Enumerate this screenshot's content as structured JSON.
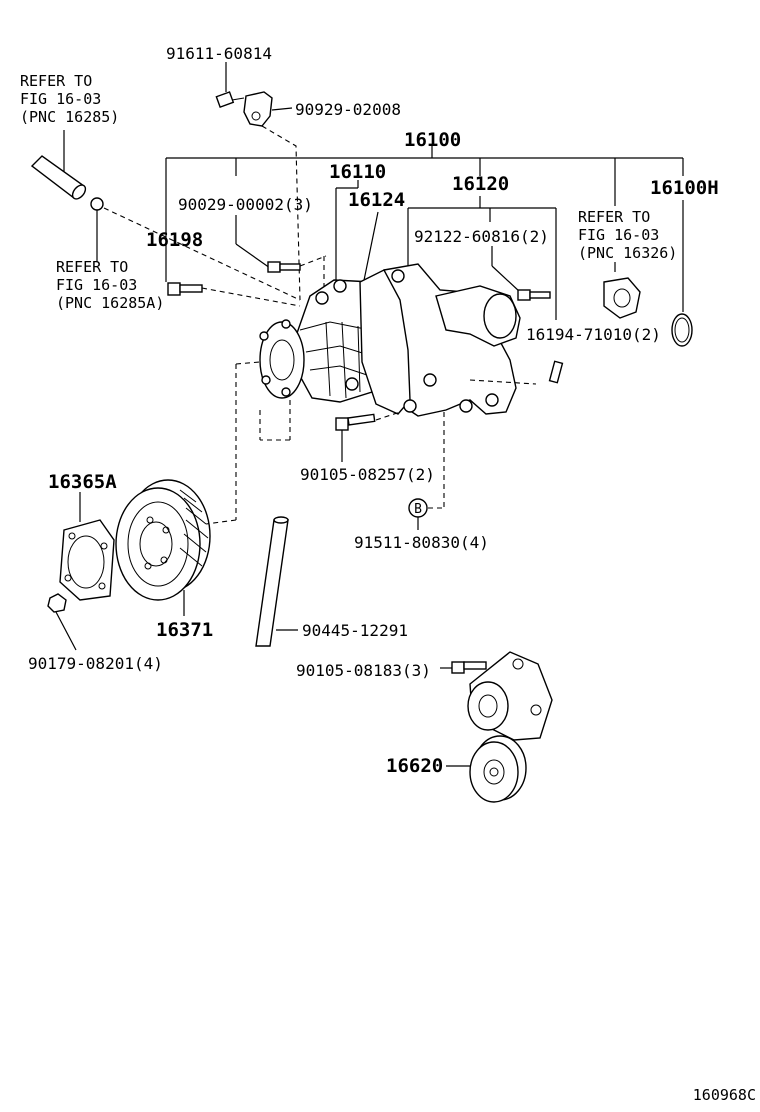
{
  "refs": {
    "r1": [
      "REFER TO",
      "FIG 16-03",
      "(PNC 16285)"
    ],
    "r2": [
      "REFER TO",
      "FIG 16-03",
      "(PNC 16285A)"
    ],
    "r3": [
      "REFER TO",
      "FIG 16-03",
      "(PNC 16326)"
    ]
  },
  "labels": {
    "p91611": "91611-60814",
    "p90929": "90929-02008",
    "p16100": "16100",
    "p16110": "16110",
    "p16124": "16124",
    "p16120": "16120",
    "p16100H": "16100H",
    "p90029": "90029-00002(3)",
    "p16198": "16198",
    "p92122": "92122-60816(2)",
    "p16194": "16194-71010(2)",
    "p90105a": "90105-08257(2)",
    "p91511": "91511-80830(4)",
    "p16365A": "16365A",
    "p16371": "16371",
    "p90445": "90445-12291",
    "p90179": "90179-08201(4)",
    "p90105b": "90105-08183(3)",
    "p16620": "16620",
    "marker_b": "B"
  },
  "figure_id": "160968C"
}
